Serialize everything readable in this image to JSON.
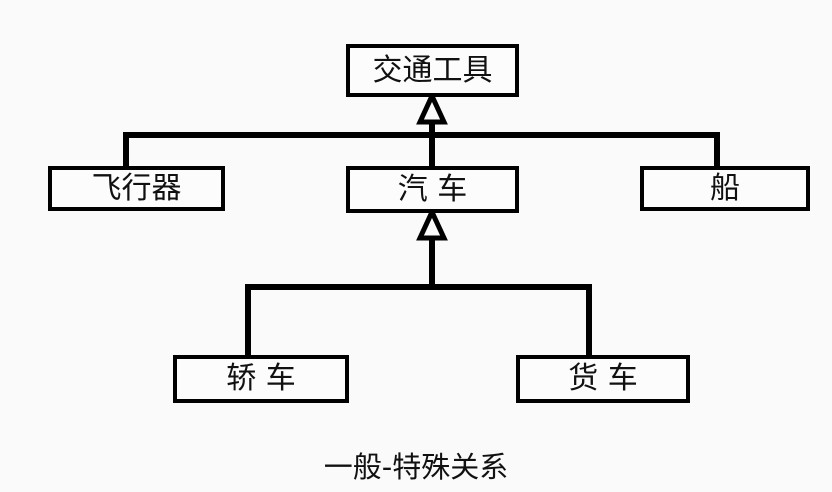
{
  "diagram": {
    "caption": "一般-特殊关系",
    "background_color": "#fafafa",
    "line_color": "#000000",
    "box_fill_color": "#fcfcfc",
    "text_color": "#111111",
    "relationship_type": "generalization",
    "arrowhead": "hollow-triangle",
    "nodes": [
      {
        "id": "vehicle",
        "label": "交通工具",
        "level": 0
      },
      {
        "id": "aircraft",
        "label": "飞行器",
        "level": 1
      },
      {
        "id": "automobile",
        "label": "汽 车",
        "level": 1
      },
      {
        "id": "ship",
        "label": "船",
        "level": 1
      },
      {
        "id": "sedan",
        "label": "轿 车",
        "level": 2
      },
      {
        "id": "truck",
        "label": "货 车",
        "level": 2
      }
    ],
    "edges": [
      {
        "from": "aircraft",
        "to": "vehicle"
      },
      {
        "from": "automobile",
        "to": "vehicle"
      },
      {
        "from": "ship",
        "to": "vehicle"
      },
      {
        "from": "sedan",
        "to": "automobile"
      },
      {
        "from": "truck",
        "to": "automobile"
      }
    ]
  }
}
